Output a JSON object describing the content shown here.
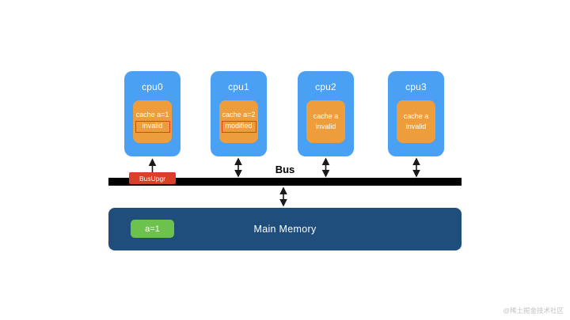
{
  "colors": {
    "cpu-blue": "#4aa1f3",
    "cache-orange": "#ee9d3d",
    "alert-red": "#d8402a",
    "memory-navy": "#1f4d7c",
    "value-green": "#6cc24d",
    "bus-black": "#000000"
  },
  "cpus": [
    {
      "name": "cpu0",
      "cache_label": "cache a=1",
      "cache_state": "invalid"
    },
    {
      "name": "cpu1",
      "cache_label": "cache a=2",
      "cache_state": "modified"
    },
    {
      "name": "cpu2",
      "cache_label": "cache a",
      "cache_state": "invalid"
    },
    {
      "name": "cpu3",
      "cache_label": "cache a",
      "cache_state": "invalid"
    }
  ],
  "bus": {
    "label": "Bus",
    "message": "BusUpgr"
  },
  "memory": {
    "label": "Main Memory",
    "value": "a=1"
  },
  "watermark": "@稀土掘金技术社区"
}
